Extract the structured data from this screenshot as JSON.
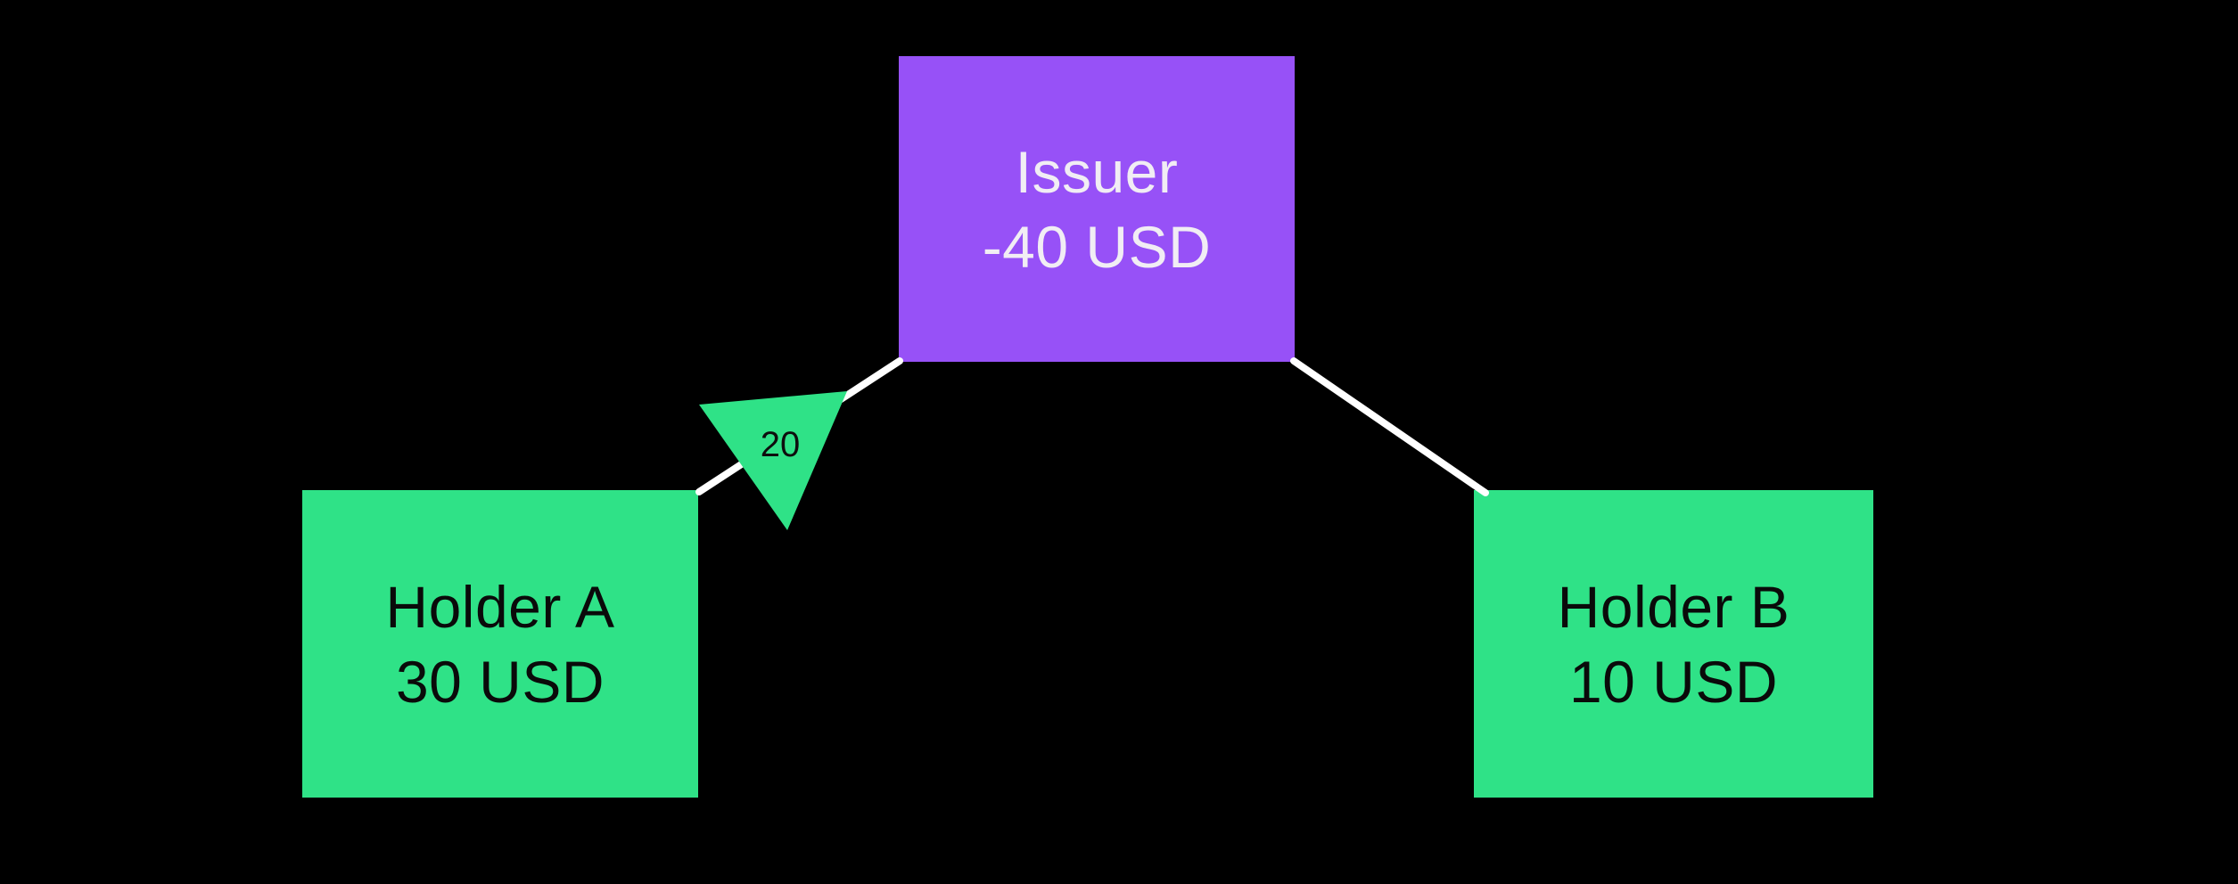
{
  "diagram": {
    "background_color": "#000000",
    "edge_color": "#FFFFFF",
    "nodes": [
      {
        "id": "issuer",
        "label": "Issuer",
        "value": "-40 USD",
        "fill_color": "#9751F7",
        "text_color": "#F1EDF4"
      },
      {
        "id": "holder-a",
        "label": "Holder A",
        "value": "30 USD",
        "fill_color": "#2FE287",
        "text_color": "#0A0A0A"
      },
      {
        "id": "holder-b",
        "label": "Holder B",
        "value": "10 USD",
        "fill_color": "#2FE287",
        "text_color": "#0A0A0A"
      }
    ],
    "edges": [
      {
        "from": "issuer",
        "to": "holder-a"
      },
      {
        "from": "issuer",
        "to": "holder-b"
      }
    ],
    "transfer": {
      "amount": "20",
      "shape": "triangle-down",
      "fill_color": "#2FE287",
      "text_color": "#0E0E0E",
      "on_edge": "issuer-holder-a"
    }
  }
}
